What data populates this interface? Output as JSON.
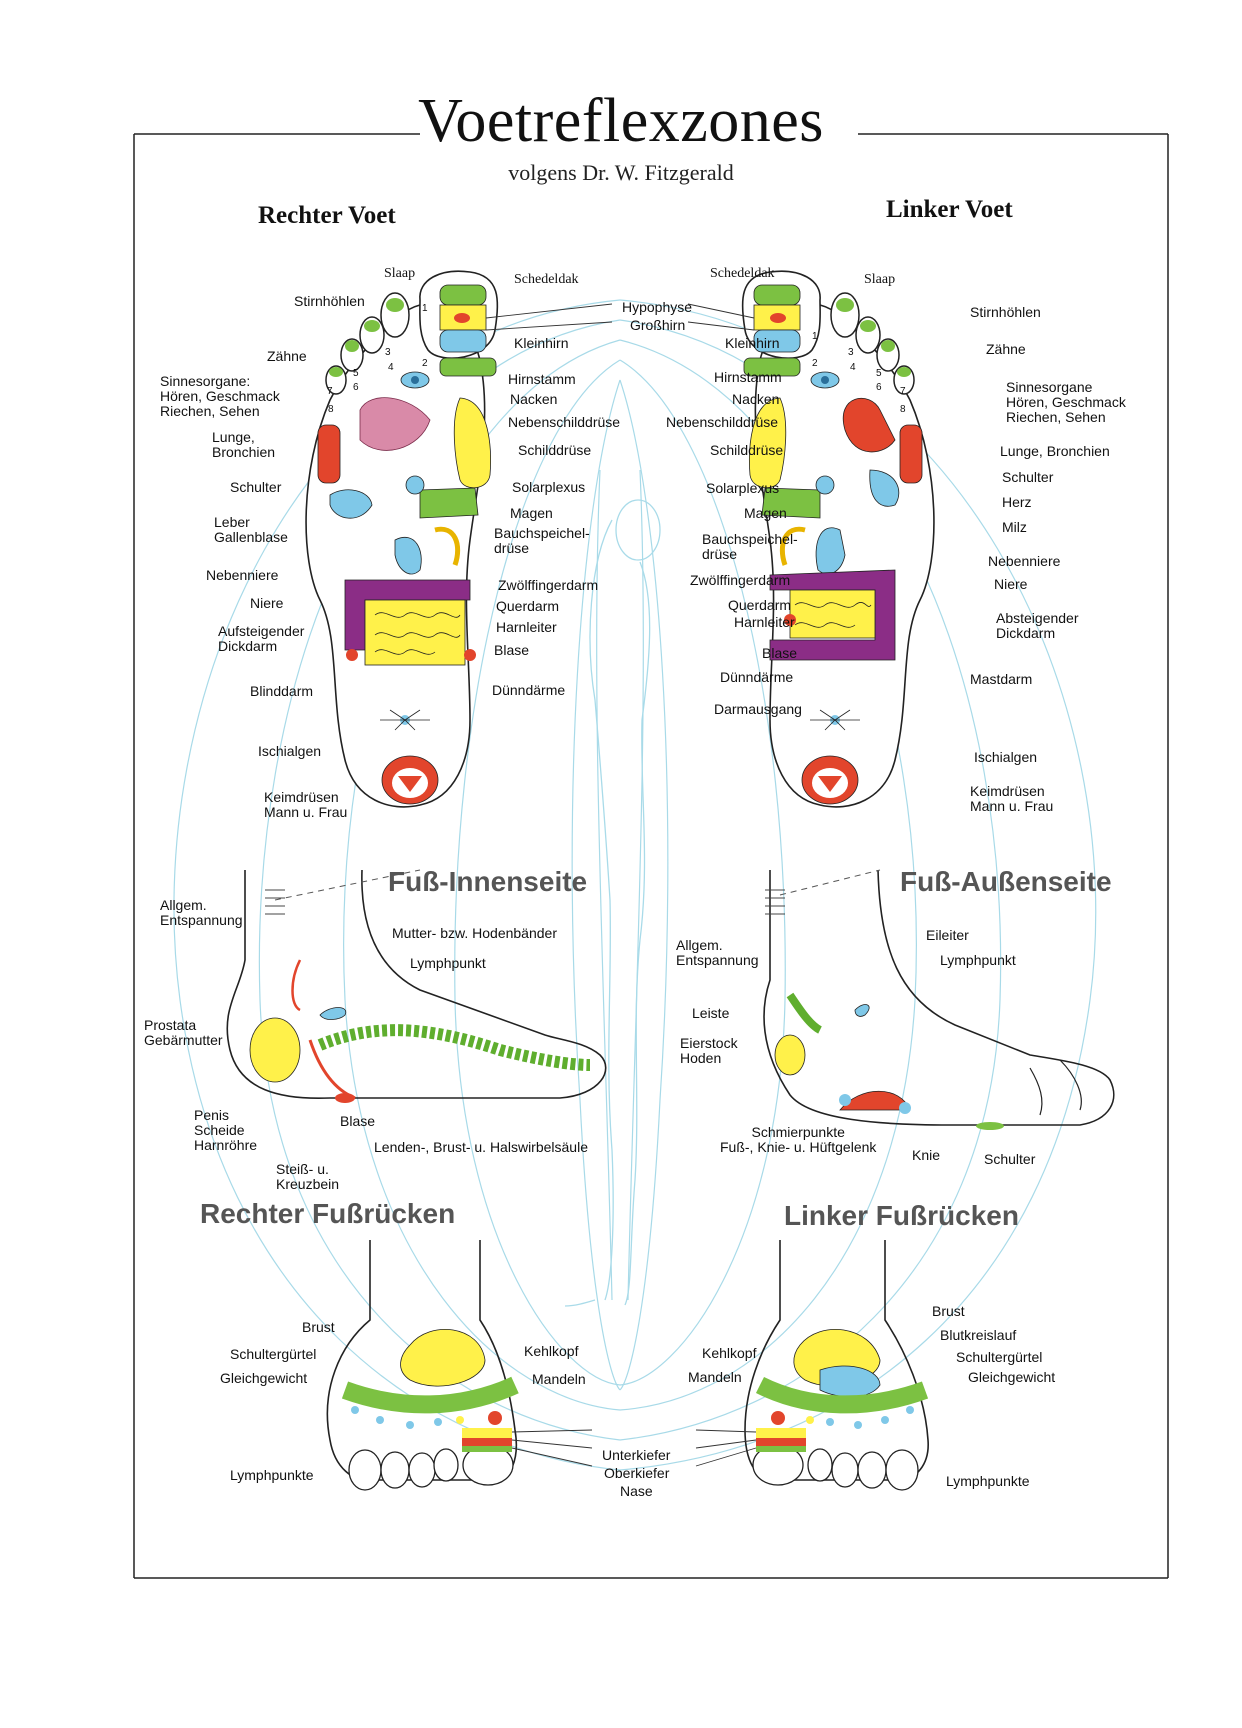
{
  "title": "Voetreflexzones",
  "subtitle": "volgens Dr. W. Fitzgerald",
  "headings": {
    "right_foot": "Rechter Voet",
    "left_foot": "Linker Voet",
    "inner_side": "Fuß-Innenseite",
    "outer_side": "Fuß-Außenseite",
    "right_back": "Rechter Fußrücken",
    "left_back": "Linker Fußrücken"
  },
  "center_labels": {
    "hypophyse": "Hypophyse",
    "grosshirn": "Großhirn",
    "unterkiefer": "Unterkiefer",
    "oberkiefer": "Oberkiefer",
    "nase": "Nase"
  },
  "toe_numbers": [
    "1",
    "2",
    "3",
    "4",
    "5",
    "6",
    "7",
    "8"
  ],
  "right_sole": {
    "slaap": "Slaap",
    "schedeldak": "Schedeldak",
    "stirnhoehlen": "Stirnhöhlen",
    "zaehne": "Zähne",
    "sinnesorgane": "Sinnesorgane:\nHören, Geschmack\nRiechen, Sehen",
    "lunge": "Lunge,\nBronchien",
    "schulter": "Schulter",
    "leber": "Leber\nGallenblase",
    "nebenniere": "Nebenniere",
    "niere": "Niere",
    "aufsteigender": "Aufsteigender\nDickdarm",
    "blinddarm": "Blinddarm",
    "ischialgen": "Ischialgen",
    "keimdruesen": "Keimdrüsen\nMann u. Frau",
    "kleinhirn": "Kleinhirn",
    "hirnstamm": "Hirnstamm",
    "nacken": "Nacken",
    "nebenschild": "Nebenschilddrüse",
    "schilddruese": "Schilddrüse",
    "solarplexus": "Solarplexus",
    "magen": "Magen",
    "bauchspeichel": "Bauchspeichel-\ndrüse",
    "zwoelffinger": "Zwölffingerdarm",
    "querdarm": "Querdarm",
    "harnleiter": "Harnleiter",
    "blase": "Blase",
    "duenndaerme": "Dünndärme"
  },
  "left_sole": {
    "schedeldak": "Schedeldak",
    "slaap": "Slaap",
    "kleinhirn": "Kleinhirn",
    "hirnstamm": "Hirnstamm",
    "nacken": "Nacken",
    "nebenschild": "Nebenschilddrüse",
    "schilddruese": "Schilddrüse",
    "solarplexus": "Solarplexus",
    "magen": "Magen",
    "bauchspeichel": "Bauchspeichel-\ndrüse",
    "zwoelffinger": "Zwölffingerdarm",
    "querdarm": "Querdarm",
    "harnleiter": "Harnleiter",
    "blase": "Blase",
    "duenndaerme": "Dünndärme",
    "darmausgang": "Darmausgang",
    "stirnhoehlen": "Stirnhöhlen",
    "zaehne": "Zähne",
    "sinnesorgane": "Sinnesorgane\nHören, Geschmack\nRiechen, Sehen",
    "lunge": "Lunge, Bronchien",
    "schulter": "Schulter",
    "herz": "Herz",
    "milz": "Milz",
    "nebenniere": "Nebenniere",
    "niere": "Niere",
    "absteigender": "Absteigender\nDickdarm",
    "mastdarm": "Mastdarm",
    "ischialgen": "Ischialgen",
    "keimdruesen": "Keimdrüsen\nMann u. Frau"
  },
  "inner_side": {
    "allgem": "Allgem.\nEntspannung",
    "mutter": "Mutter- bzw. Hodenbänder",
    "lymphpunkt": "Lymphpunkt",
    "prostata": "Prostata\nGebärmutter",
    "penis": "Penis\nScheide\nHarnröhre",
    "blase": "Blase",
    "steiss": "Steiß- u.\nKreuzbein",
    "wirbel": "Lenden-, Brust- u. Halswirbelsäule"
  },
  "outer_side": {
    "allgem": "Allgem.\nEntspannung",
    "eileiter": "Eileiter",
    "lymphpunkt": "Lymphpunkt",
    "leiste": "Leiste",
    "eierstock": "Eierstock\nHoden",
    "schmierpunkte": "Schmierpunkte\nFuß-, Knie- u. Hüftgelenk",
    "knie": "Knie",
    "schulter": "Schulter"
  },
  "right_back": {
    "brust": "Brust",
    "schultergurtel": "Schultergürtel",
    "gleichgewicht": "Gleichgewicht",
    "kehlkopf": "Kehlkopf",
    "mandeln": "Mandeln",
    "lymphpunkte": "Lymphpunkte"
  },
  "left_back": {
    "brust": "Brust",
    "blutkreislauf": "Blutkreislauf",
    "schultergurtel": "Schultergürtel",
    "gleichgewicht": "Gleichgewicht",
    "kehlkopf": "Kehlkopf",
    "mandeln": "Mandeln",
    "lymphpunkte": "Lymphpunkte"
  },
  "colors": {
    "green": "#7cc142",
    "yellow": "#fff14a",
    "red": "#e2452c",
    "blue": "#7fc8e8",
    "purple": "#8b2d86",
    "pink": "#d98aa8",
    "meridian": "#9fd6e6"
  }
}
